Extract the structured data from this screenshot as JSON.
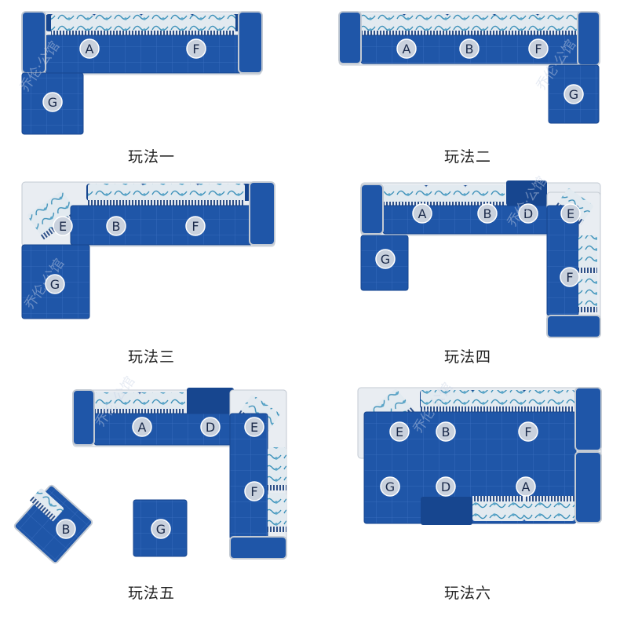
{
  "colors": {
    "upholstery": "#1f56a8",
    "upholstery_dark": "#17468f",
    "seam": "#3b6fc0",
    "frame": "#e9edf2",
    "frame_edge": "#c3cad3",
    "cushion_fabric": "#dfe8ef",
    "cushion_pattern": "#3a8fb8",
    "label_circle": "#c9d1dd",
    "label_text": "#1b2a4a",
    "caption_text": "#222222"
  },
  "captions": [
    "玩法一",
    "玩法二",
    "玩法三",
    "玩法四",
    "玩法五",
    "玩法六"
  ],
  "watermark": "乔伦·公馆",
  "module_labels": {
    "A": "A",
    "B": "B",
    "D": "D",
    "E": "E",
    "F": "F",
    "G": "G"
  }
}
